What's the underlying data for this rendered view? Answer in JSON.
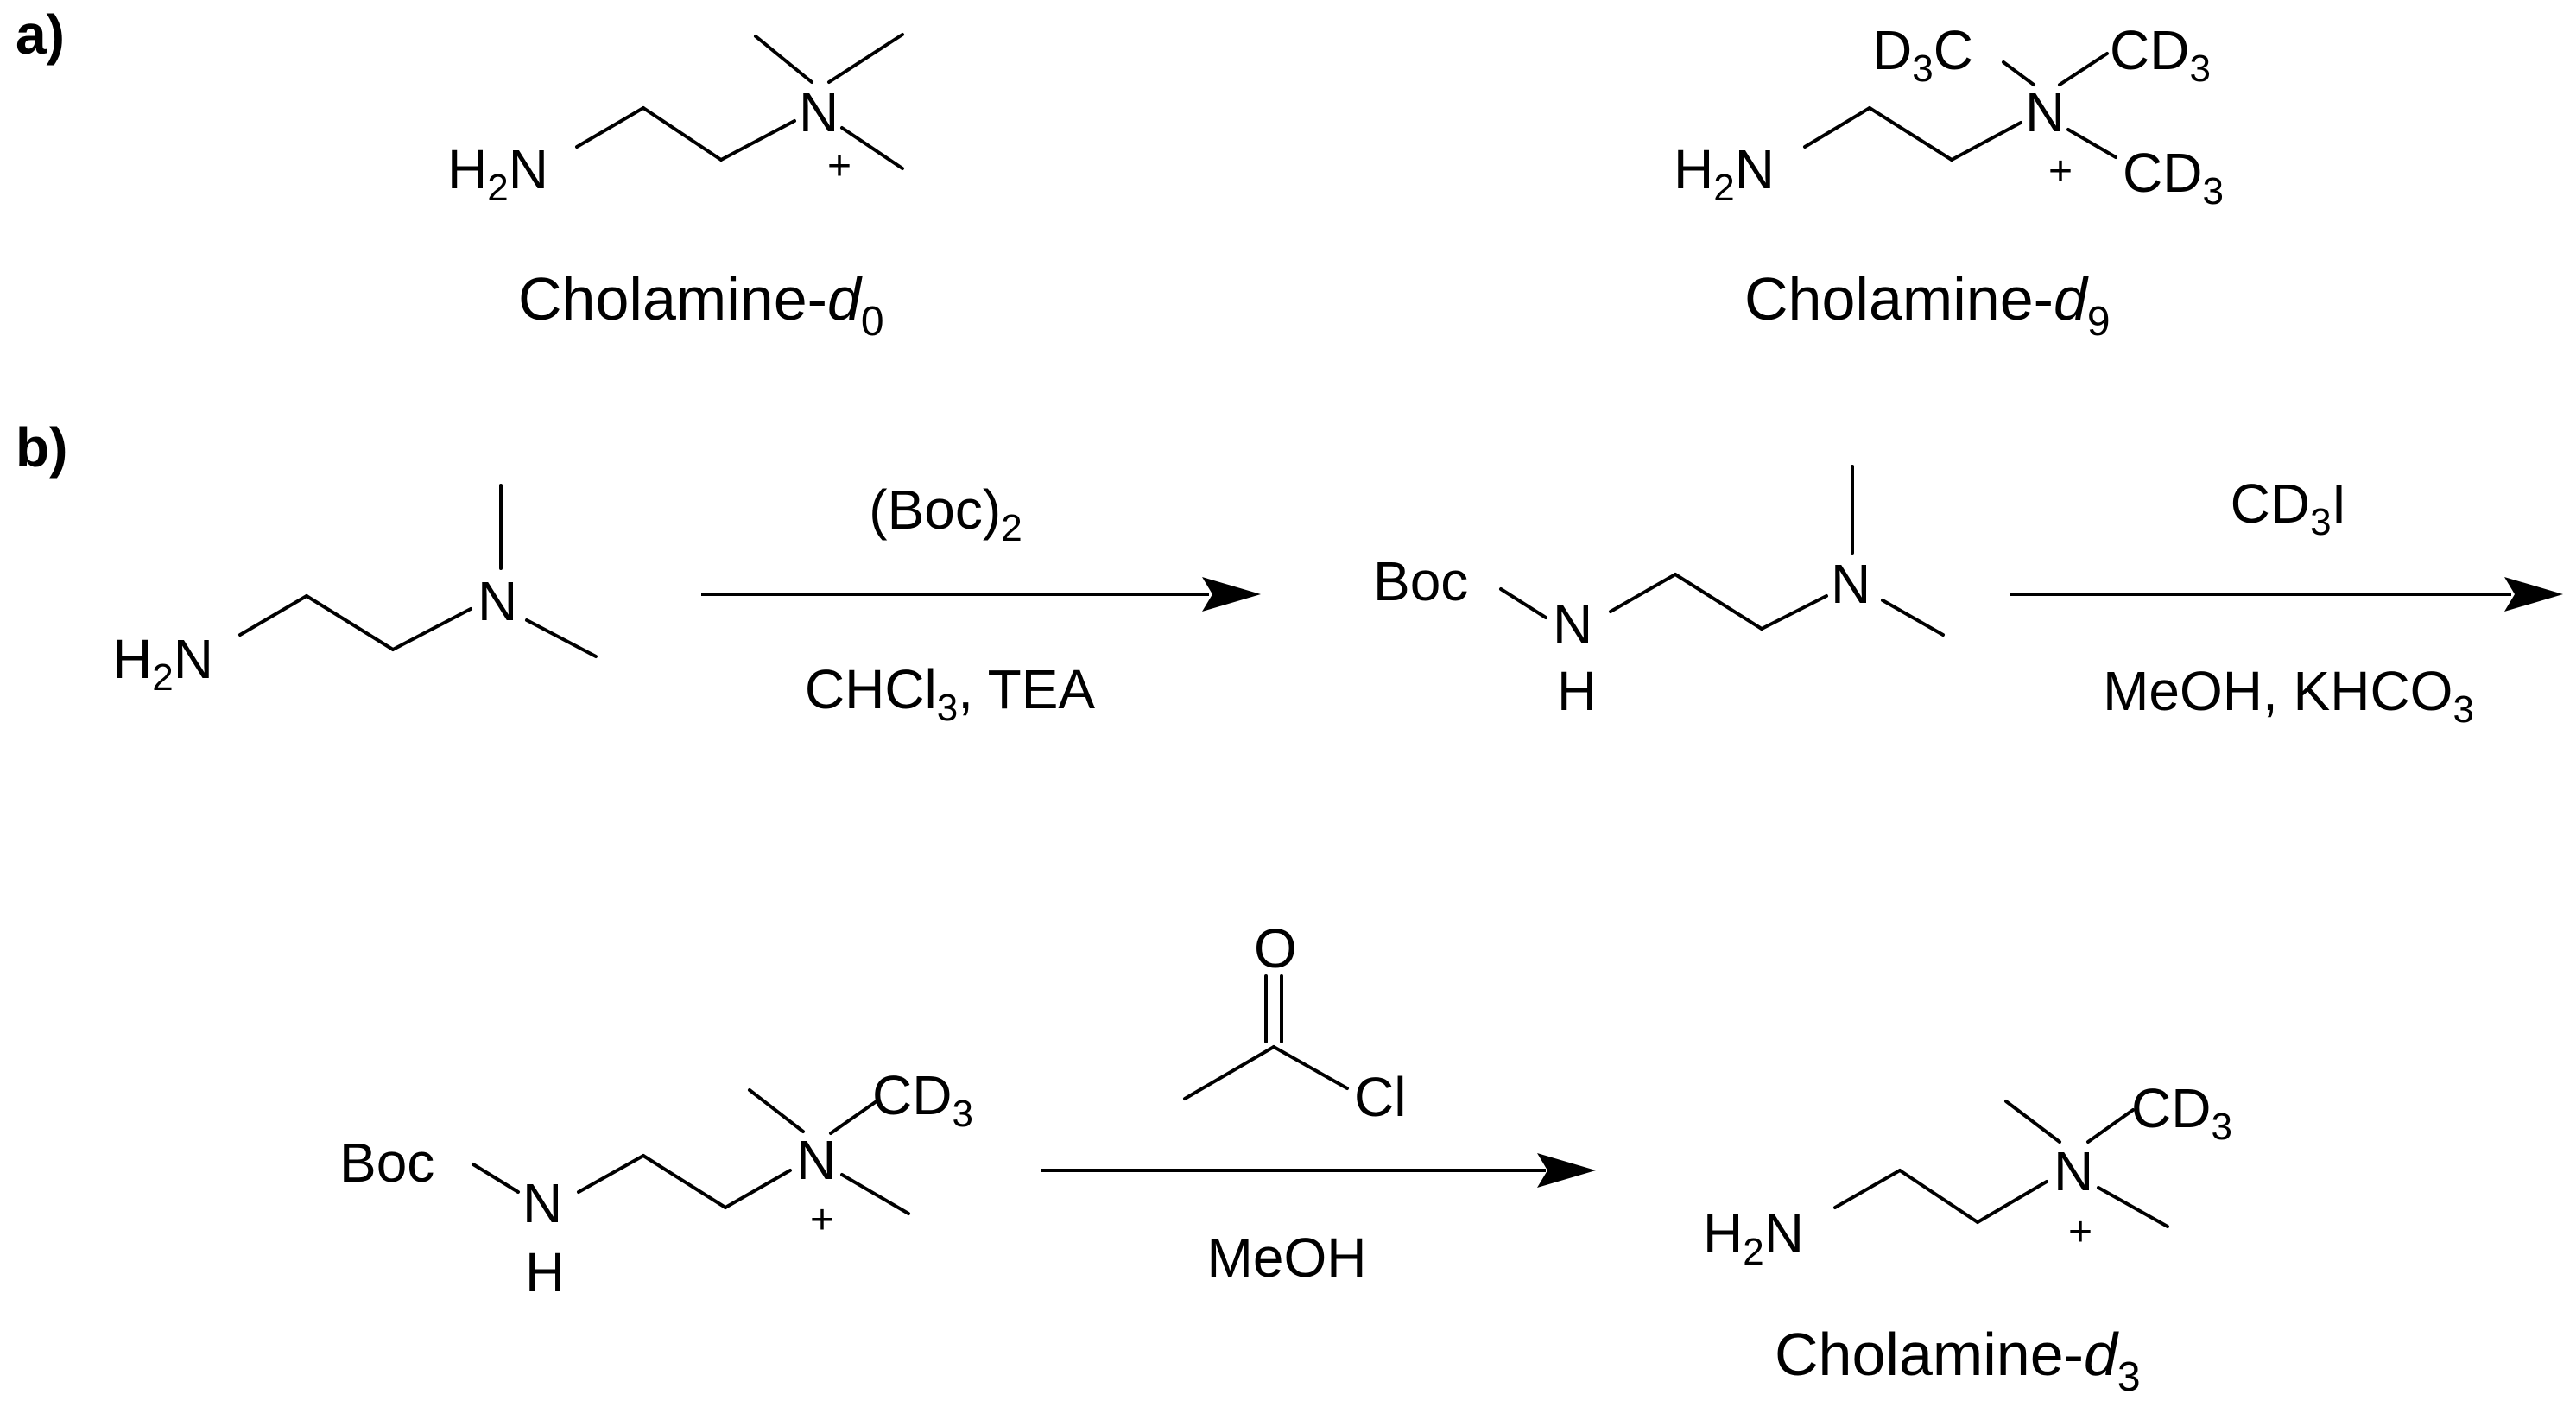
{
  "panels": {
    "a": "a)",
    "b": "b)"
  },
  "atoms": {
    "h2n": [
      "H",
      "2",
      "N"
    ],
    "n": "N",
    "nh": "N",
    "h": "H",
    "boc": "Boc",
    "plus": "+",
    "cd3": [
      "CD",
      "3"
    ],
    "d3c": [
      "D",
      "3",
      "C"
    ],
    "o": "O",
    "cl": "Cl"
  },
  "captions": {
    "d0": [
      "Cholamine-",
      "d",
      "0"
    ],
    "d9": [
      "Cholamine-",
      "d",
      "9"
    ],
    "d3": [
      "Cholamine-",
      "d",
      "3"
    ]
  },
  "reagents": {
    "step1": {
      "above": [
        "(Boc)",
        "2"
      ],
      "below": [
        "CHCl",
        "3",
        ", TEA"
      ]
    },
    "step2": {
      "above": [
        "CD",
        "3",
        "I"
      ],
      "below": [
        "MeOH, KHCO",
        "3"
      ]
    },
    "step3": {
      "below": "MeOH"
    }
  }
}
